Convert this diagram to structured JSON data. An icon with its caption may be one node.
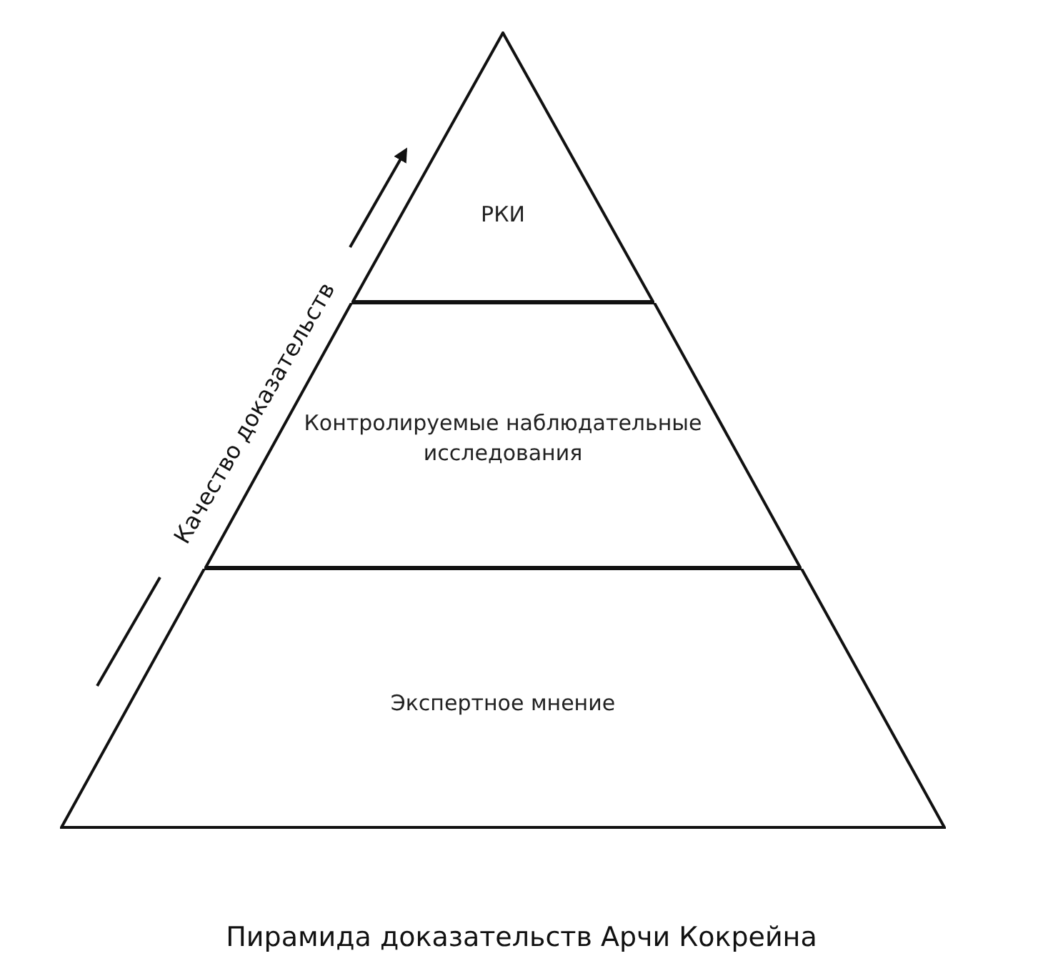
{
  "diagram": {
    "caption": "Пирамида доказательств Арчи Кокрейна",
    "nodes": [
      {
        "text": [
          "РКИ"
        ]
      },
      {
        "text": [
          "Контролируемые наблюдательные исследования"
        ]
      },
      {
        "text": [
          "Экспертное мнение"
        ]
      }
    ],
    "labels": [
      "Качество доказательств"
    ]
  }
}
